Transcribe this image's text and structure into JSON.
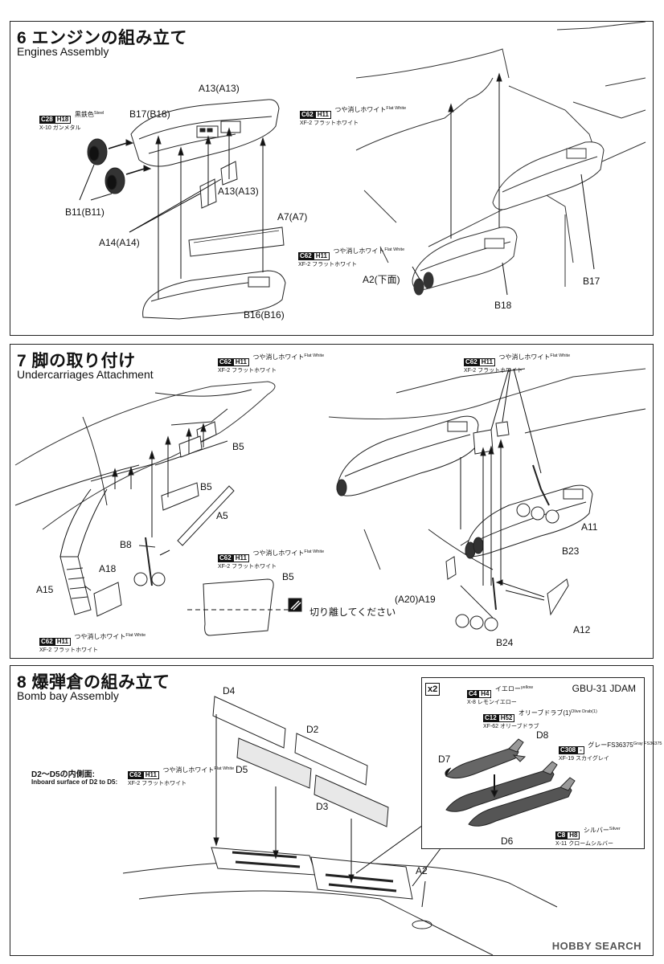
{
  "sections": {
    "s6": {
      "title": "6 エンジンの組み立て",
      "subtitle": "Engines Assembly",
      "labels": {
        "a13": "A13(A13)",
        "b17b18": "B17(B18)",
        "a13b": "A13(A13)",
        "b11": "B11(B11)",
        "a14": "A14(A14)",
        "a7": "A7(A7)",
        "b16": "B16(B16)",
        "a2": "A2(下面)",
        "b18": "B18",
        "b17": "B17"
      }
    },
    "s7": {
      "title": "7 脚の取り付け",
      "subtitle": "Undercarriages Attachment",
      "labels": {
        "b5a": "B5",
        "b5b": "B5",
        "a5": "A5",
        "b8": "B8",
        "a18": "A18",
        "a15": "A15",
        "b5c": "B5",
        "a11": "A11",
        "b23": "B23",
        "a20a19": "(A20)A19",
        "b24": "B24",
        "a12": "A12"
      },
      "cut_note": "切り離してください"
    },
    "s8": {
      "title": "8 爆弾倉の組み立て",
      "subtitle": "Bomb bay Assembly",
      "labels": {
        "d4": "D4",
        "d2": "D2",
        "d5": "D5",
        "d3": "D3",
        "a2": "A2",
        "d8": "D8",
        "d7": "D7",
        "d6": "D6"
      },
      "inboard_jp": "D2〜D5の内側面:",
      "inboard_en": "Inboard surface of D2 to D5:",
      "inset": {
        "title": "GBU-31 JDAM",
        "qty": "x2"
      }
    }
  },
  "paints": {
    "steel": {
      "c": "C28",
      "h": "H18",
      "jp": "黒鉄色",
      "en": "Steel",
      "xf": "X-10 ガンメタル"
    },
    "flatwhite": {
      "c": "C62",
      "h": "H11",
      "jp": "つや消しホワイト",
      "en": "Flat White",
      "xf": "XF-2 フラットホワイト"
    },
    "yellow": {
      "c": "C4",
      "h": "H4",
      "jp": "イエロー",
      "en": "yellow",
      "xf": "X-8 レモンイエロー"
    },
    "olive": {
      "c": "C12",
      "h": "H52",
      "jp": "オリーブドラブ(1)",
      "en": "Olive Drab(1)",
      "xf": "XF-62 オリーブドラブ"
    },
    "gray": {
      "c": "C308",
      "h": "-",
      "jp": "グレーFS36375",
      "en": "Gray FS36375",
      "xf": "XF-19 スカイグレイ"
    },
    "silver": {
      "c": "C8",
      "h": "H8",
      "jp": "シルバー",
      "en": "Silver",
      "xf": "X-11 クロームシルバー"
    }
  },
  "watermark": "HOBBY SEARCH"
}
